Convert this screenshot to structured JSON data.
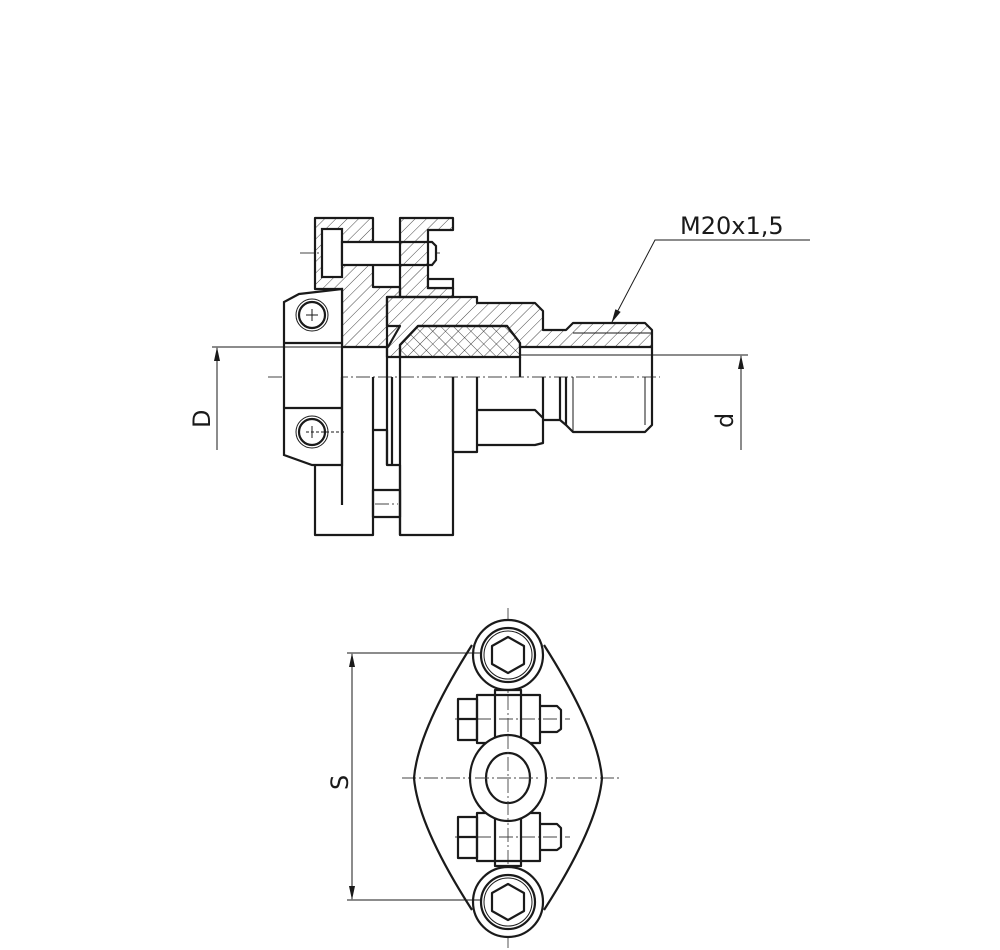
{
  "drawing": {
    "thread_label": "M20x1,5",
    "dim_D": "D",
    "dim_d": "d",
    "dim_S": "S"
  },
  "colors": {
    "line": "#1a1a1a",
    "background": "#ffffff"
  }
}
